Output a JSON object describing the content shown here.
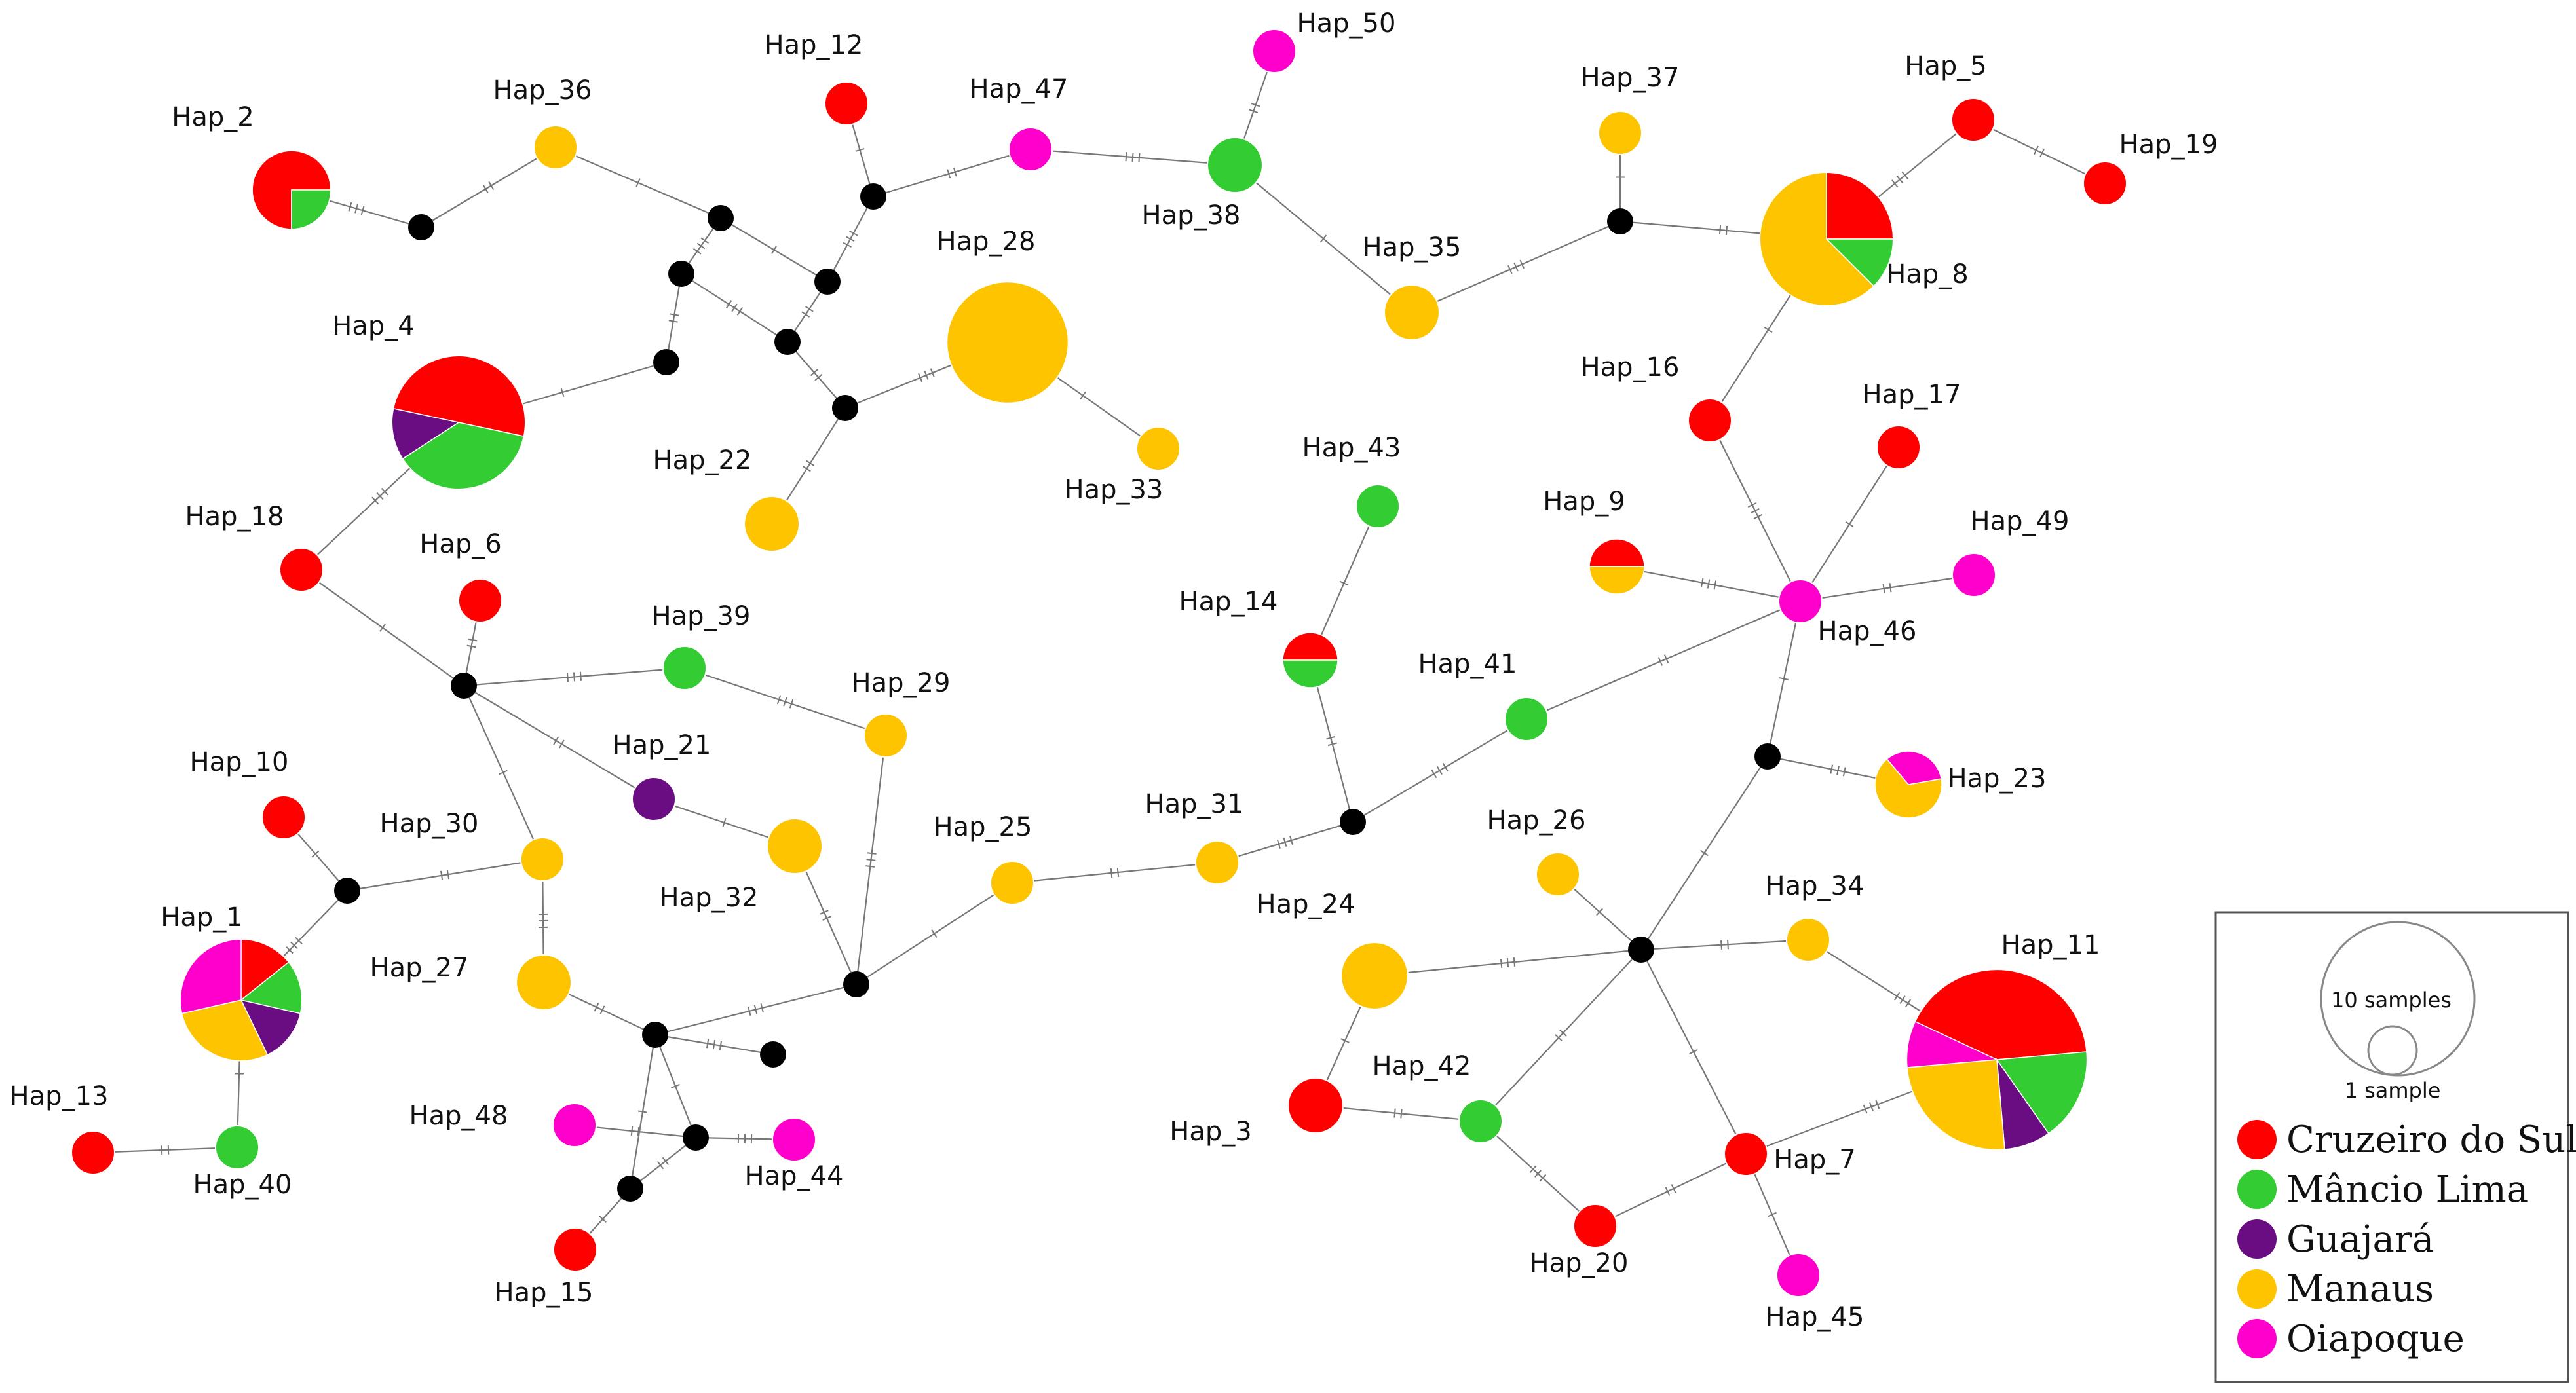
{
  "colors": {
    "Cruzeiro do Sul": "#ff0000",
    "Mâncio Lima": "#33cc33",
    "Guajará": "#6a0d83",
    "Manaus": "#ffc400",
    "Oiapoque": "#ff00cc",
    "median": "#000000",
    "edge": "#777777"
  },
  "legend": {
    "size_large": "10 samples",
    "size_small": "1 sample",
    "items": [
      "Cruzeiro do Sul",
      "Mâncio Lima",
      "Guajará",
      "Manaus",
      "Oiapoque"
    ]
  },
  "haplotypes": [
    {
      "id": "Hap_1",
      "samples": 7,
      "composition": {
        "Cruzeiro do Sul": 1,
        "Oiapoque": 2,
        "Manaus": 2,
        "Guajará": 1,
        "Mâncio Lima": 1
      }
    },
    {
      "id": "Hap_2",
      "samples": 4,
      "composition": {
        "Cruzeiro do Sul": 3,
        "Mâncio Lima": 1
      }
    },
    {
      "id": "Hap_3",
      "samples": 2,
      "composition": {
        "Cruzeiro do Sul": 2
      }
    },
    {
      "id": "Hap_4",
      "samples": 8,
      "composition": {
        "Cruzeiro do Sul": 4,
        "Guajará": 1,
        "Mâncio Lima": 3
      }
    },
    {
      "id": "Hap_5",
      "samples": 1,
      "composition": {
        "Cruzeiro do Sul": 1
      }
    },
    {
      "id": "Hap_6",
      "samples": 1,
      "composition": {
        "Cruzeiro do Sul": 1
      }
    },
    {
      "id": "Hap_7",
      "samples": 1,
      "composition": {
        "Cruzeiro do Sul": 1
      }
    },
    {
      "id": "Hap_8",
      "samples": 8,
      "composition": {
        "Cruzeiro do Sul": 2,
        "Manaus": 5,
        "Mâncio Lima": 1
      }
    },
    {
      "id": "Hap_9",
      "samples": 2,
      "composition": {
        "Cruzeiro do Sul": 1,
        "Manaus": 1
      }
    },
    {
      "id": "Hap_10",
      "samples": 1,
      "composition": {
        "Cruzeiro do Sul": 1
      }
    },
    {
      "id": "Hap_11",
      "samples": 12,
      "composition": {
        "Cruzeiro do Sul": 5,
        "Oiapoque": 1,
        "Manaus": 3,
        "Guajará": 1,
        "Mâncio Lima": 2
      }
    },
    {
      "id": "Hap_12",
      "samples": 1,
      "composition": {
        "Cruzeiro do Sul": 1
      }
    },
    {
      "id": "Hap_13",
      "samples": 1,
      "composition": {
        "Cruzeiro do Sul": 1
      }
    },
    {
      "id": "Hap_14",
      "samples": 2,
      "composition": {
        "Cruzeiro do Sul": 1,
        "Mâncio Lima": 1
      }
    },
    {
      "id": "Hap_15",
      "samples": 1,
      "composition": {
        "Cruzeiro do Sul": 1
      }
    },
    {
      "id": "Hap_16",
      "samples": 1,
      "composition": {
        "Cruzeiro do Sul": 1
      }
    },
    {
      "id": "Hap_17",
      "samples": 1,
      "composition": {
        "Cruzeiro do Sul": 1
      }
    },
    {
      "id": "Hap_18",
      "samples": 1,
      "composition": {
        "Cruzeiro do Sul": 1
      }
    },
    {
      "id": "Hap_19",
      "samples": 1,
      "composition": {
        "Cruzeiro do Sul": 1
      }
    },
    {
      "id": "Hap_20",
      "samples": 1,
      "composition": {
        "Cruzeiro do Sul": 1
      }
    },
    {
      "id": "Hap_21",
      "samples": 1,
      "composition": {
        "Guajará": 1
      }
    },
    {
      "id": "Hap_22",
      "samples": 2,
      "composition": {
        "Manaus": 2
      }
    },
    {
      "id": "Hap_23",
      "samples": 3,
      "composition": {
        "Manaus": 2,
        "Oiapoque": 1
      }
    },
    {
      "id": "Hap_24",
      "samples": 3,
      "composition": {
        "Manaus": 3
      }
    },
    {
      "id": "Hap_25",
      "samples": 1,
      "composition": {
        "Manaus": 1
      }
    },
    {
      "id": "Hap_26",
      "samples": 1,
      "composition": {
        "Manaus": 1
      }
    },
    {
      "id": "Hap_27",
      "samples": 2,
      "composition": {
        "Manaus": 2
      }
    },
    {
      "id": "Hap_28",
      "samples": 7,
      "composition": {
        "Manaus": 7
      }
    },
    {
      "id": "Hap_29",
      "samples": 1,
      "composition": {
        "Manaus": 1
      }
    },
    {
      "id": "Hap_30",
      "samples": 1,
      "composition": {
        "Manaus": 1
      }
    },
    {
      "id": "Hap_31",
      "samples": 1,
      "composition": {
        "Manaus": 1
      }
    },
    {
      "id": "Hap_32",
      "samples": 2,
      "composition": {
        "Manaus": 2
      }
    },
    {
      "id": "Hap_33",
      "samples": 1,
      "composition": {
        "Manaus": 1
      }
    },
    {
      "id": "Hap_34",
      "samples": 1,
      "composition": {
        "Manaus": 1
      }
    },
    {
      "id": "Hap_35",
      "samples": 2,
      "composition": {
        "Manaus": 2
      }
    },
    {
      "id": "Hap_36",
      "samples": 1,
      "composition": {
        "Manaus": 1
      }
    },
    {
      "id": "Hap_37",
      "samples": 1,
      "composition": {
        "Manaus": 1
      }
    },
    {
      "id": "Hap_38",
      "samples": 2,
      "composition": {
        "Mâncio Lima": 2
      }
    },
    {
      "id": "Hap_39",
      "samples": 1,
      "composition": {
        "Mâncio Lima": 1
      }
    },
    {
      "id": "Hap_40",
      "samples": 1,
      "composition": {
        "Mâncio Lima": 1
      }
    },
    {
      "id": "Hap_41",
      "samples": 1,
      "composition": {
        "Mâncio Lima": 1
      }
    },
    {
      "id": "Hap_42",
      "samples": 1,
      "composition": {
        "Mâncio Lima": 1
      }
    },
    {
      "id": "Hap_43",
      "samples": 1,
      "composition": {
        "Mâncio Lima": 1
      }
    },
    {
      "id": "Hap_44",
      "samples": 1,
      "composition": {
        "Oiapoque": 1
      }
    },
    {
      "id": "Hap_45",
      "samples": 1,
      "composition": {
        "Oiapoque": 1
      }
    },
    {
      "id": "Hap_46",
      "samples": 1,
      "composition": {
        "Oiapoque": 1
      }
    },
    {
      "id": "Hap_47",
      "samples": 1,
      "composition": {
        "Oiapoque": 1
      }
    },
    {
      "id": "Hap_48",
      "samples": 1,
      "composition": {
        "Oiapoque": 1
      }
    },
    {
      "id": "Hap_49",
      "samples": 1,
      "composition": {
        "Oiapoque": 1
      }
    },
    {
      "id": "Hap_50",
      "samples": 1,
      "composition": {
        "Oiapoque": 1
      }
    }
  ],
  "links": [
    [
      "Hap_2",
      "m1"
    ],
    [
      "m1",
      "Hap_36"
    ],
    [
      "Hap_36",
      "m2"
    ],
    [
      "m2",
      "m3"
    ],
    [
      "m2",
      "m4"
    ],
    [
      "m3",
      "m5"
    ],
    [
      "m3",
      "m6"
    ],
    [
      "m4",
      "m6"
    ],
    [
      "m5",
      "Hap_4"
    ],
    [
      "m4",
      "m7"
    ],
    [
      "m7",
      "Hap_12"
    ],
    [
      "m7",
      "Hap_47"
    ],
    [
      "Hap_47",
      "Hap_38"
    ],
    [
      "Hap_38",
      "Hap_50"
    ],
    [
      "Hap_38",
      "Hap_35"
    ],
    [
      "Hap_35",
      "m8"
    ],
    [
      "m8",
      "Hap_37"
    ],
    [
      "m8",
      "Hap_8"
    ],
    [
      "Hap_8",
      "Hap_5"
    ],
    [
      "Hap_5",
      "Hap_19"
    ],
    [
      "Hap_8",
      "Hap_16"
    ],
    [
      "Hap_16",
      "Hap_46"
    ],
    [
      "Hap_46",
      "Hap_17"
    ],
    [
      "Hap_46",
      "Hap_49"
    ],
    [
      "Hap_46",
      "Hap_9"
    ],
    [
      "Hap_46",
      "Hap_41"
    ],
    [
      "Hap_46",
      "m17"
    ],
    [
      "m17",
      "Hap_23"
    ],
    [
      "m17",
      "m18"
    ],
    [
      "m6",
      "m9"
    ],
    [
      "m9",
      "Hap_28"
    ],
    [
      "m9",
      "Hap_22"
    ],
    [
      "Hap_28",
      "Hap_33"
    ],
    [
      "Hap_4",
      "Hap_18"
    ],
    [
      "Hap_18",
      "m10"
    ],
    [
      "m10",
      "Hap_6"
    ],
    [
      "m10",
      "Hap_39"
    ],
    [
      "m10",
      "Hap_21"
    ],
    [
      "m10",
      "Hap_30"
    ],
    [
      "Hap_39",
      "Hap_29"
    ],
    [
      "Hap_21",
      "Hap_32"
    ],
    [
      "Hap_32",
      "m11"
    ],
    [
      "Hap_29",
      "m11"
    ],
    [
      "Hap_30",
      "m12"
    ],
    [
      "m12",
      "Hap_10"
    ],
    [
      "m12",
      "Hap_1"
    ],
    [
      "Hap_1",
      "Hap_40"
    ],
    [
      "Hap_40",
      "Hap_13"
    ],
    [
      "Hap_30",
      "Hap_27"
    ],
    [
      "Hap_27",
      "m13"
    ],
    [
      "m13",
      "m14"
    ],
    [
      "m13",
      "m15"
    ],
    [
      "m13",
      "m16"
    ],
    [
      "m14",
      "m16"
    ],
    [
      "m14",
      "Hap_44"
    ],
    [
      "m14",
      "Hap_48"
    ],
    [
      "m16",
      "Hap_15"
    ],
    [
      "m13",
      "m11"
    ],
    [
      "m11",
      "Hap_25"
    ],
    [
      "Hap_25",
      "Hap_31"
    ],
    [
      "Hap_31",
      "m19"
    ],
    [
      "m19",
      "Hap_14"
    ],
    [
      "Hap_14",
      "Hap_43"
    ],
    [
      "m19",
      "Hap_41"
    ],
    [
      "m18",
      "Hap_26"
    ],
    [
      "m18",
      "Hap_34"
    ],
    [
      "m18",
      "Hap_24"
    ],
    [
      "m18",
      "Hap_42"
    ],
    [
      "m18",
      "Hap_7"
    ],
    [
      "Hap_34",
      "Hap_11"
    ],
    [
      "Hap_24",
      "Hap_3"
    ],
    [
      "Hap_3",
      "Hap_42"
    ],
    [
      "Hap_7",
      "Hap_11"
    ],
    [
      "Hap_7",
      "Hap_20"
    ],
    [
      "Hap_7",
      "Hap_45"
    ],
    [
      "Hap_20",
      "Hap_42"
    ]
  ],
  "medians": [
    "m1",
    "m2",
    "m3",
    "m4",
    "m5",
    "m6",
    "m7",
    "m8",
    "m9",
    "m10",
    "m11",
    "m12",
    "m13",
    "m14",
    "m15",
    "m16",
    "m17",
    "m18",
    "m19"
  ]
}
